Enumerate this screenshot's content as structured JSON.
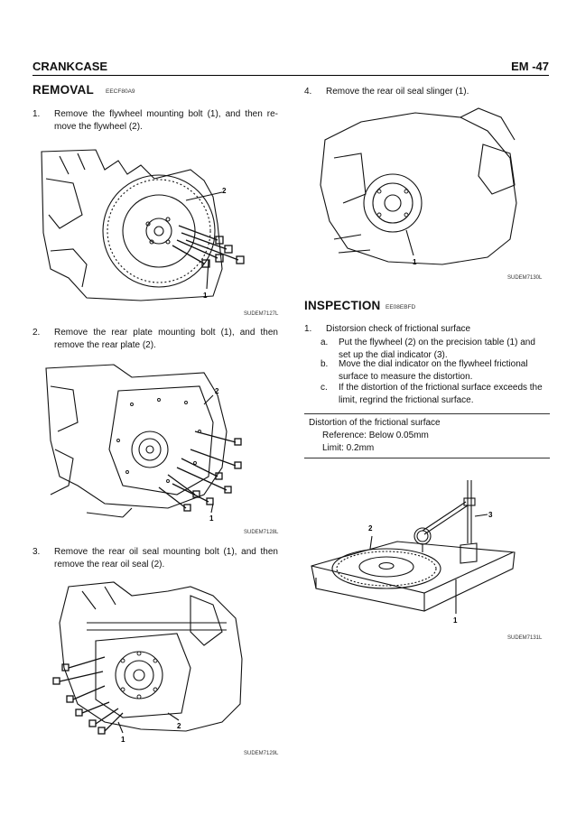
{
  "header": {
    "section": "CRANKCASE",
    "page": "EM -47"
  },
  "removal": {
    "title": "REMOVAL",
    "code": "EECF80A9",
    "steps": [
      {
        "num": "1.",
        "text": "Remove the flywheel mounting bolt (1), and then re-move the flywheel (2)."
      },
      {
        "num": "2.",
        "text": "Remove the rear plate mounting bolt (1), and then remove the rear plate (2)."
      },
      {
        "num": "3.",
        "text": "Remove the rear oil seal mounting bolt (1), and then remove the rear oil seal (2)."
      },
      {
        "num": "4.",
        "text": "Remove the rear oil seal slinger (1)."
      }
    ]
  },
  "figures": {
    "fig1": {
      "code": "SUDEM7127L",
      "callouts": [
        "2",
        "1"
      ]
    },
    "fig2": {
      "code": "SUDEM7128L",
      "callouts": [
        "2",
        "1"
      ]
    },
    "fig3": {
      "code": "SUDEM7129L",
      "callouts": [
        "2",
        "1"
      ]
    },
    "fig4": {
      "code": "SUDEM7130L",
      "callouts": [
        "1"
      ]
    },
    "fig5": {
      "code": "SUDEM7131L",
      "callouts": [
        "3",
        "2",
        "1"
      ]
    }
  },
  "inspection": {
    "title": "INSPECTION",
    "code": "EE08EBFD",
    "step_num": "1.",
    "step_text": "Distorsion check of frictional surface",
    "subs": [
      {
        "letter": "a.",
        "text": "Put the flywheel (2) on the precision table (1) and set up the dial indicator (3)."
      },
      {
        "letter": "b.",
        "text": "Move the dial indicator on the flywheel frictional surface to measure the distortion."
      },
      {
        "letter": "c.",
        "text": "If the distortion of the frictional surface exceeds the limit, regrind the frictional surface."
      }
    ],
    "spec": {
      "title": "Distortion of the frictional surface",
      "reference": "Reference:  Below 0.05mm",
      "limit": "Limit:  0.2mm"
    }
  }
}
